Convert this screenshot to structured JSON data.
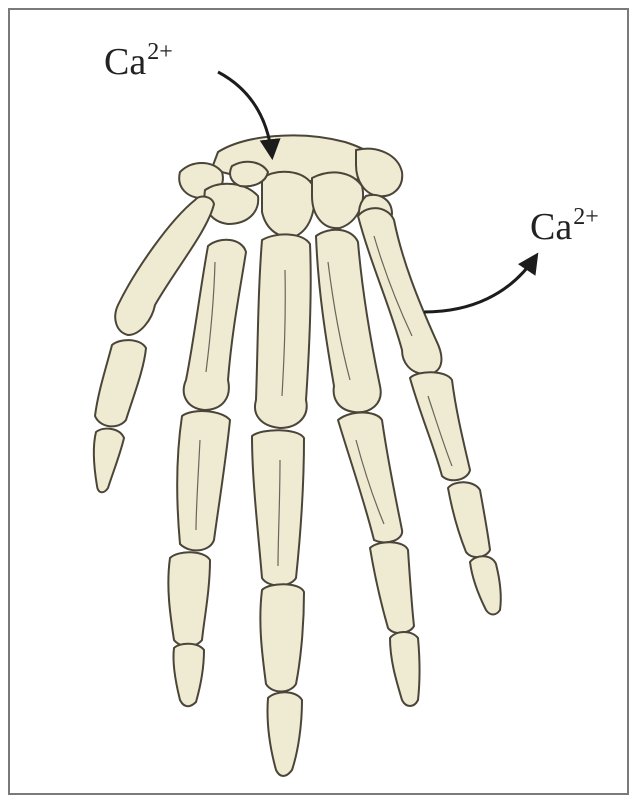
{
  "labels": {
    "calcium_in": {
      "base": "Ca",
      "superscript": "2+"
    },
    "calcium_out": {
      "base": "Ca",
      "superscript": "2+"
    }
  },
  "colors": {
    "bone_fill": "#efead2",
    "bone_stroke": "#4a4538",
    "arrow": "#1c1c1c",
    "frame": "#7a7a7a"
  },
  "icons": {
    "arrow_in": "curved-arrow-into-carpals",
    "arrow_out": "curved-arrow-out-of-metacarpal"
  }
}
